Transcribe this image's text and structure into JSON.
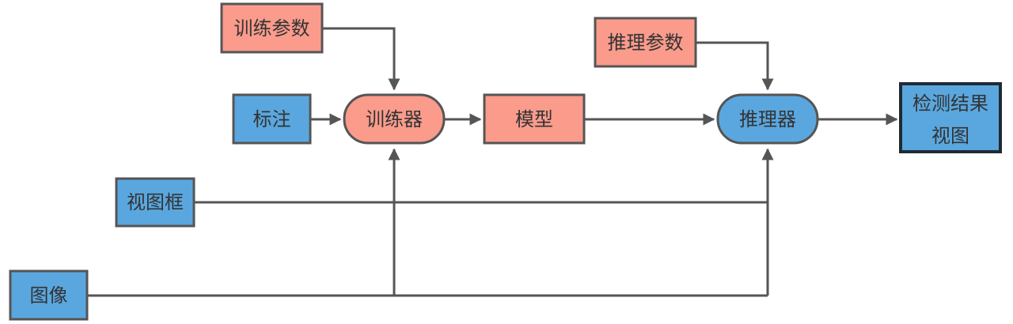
{
  "colors": {
    "input_blue": "#5aa7df",
    "param_pink": "#fa9b8c",
    "line_gray": "#555555",
    "final_border": "#1f2a33"
  },
  "nodes": {
    "train_params": "训练参数",
    "annotation": "标注",
    "trainer": "训练器",
    "model": "模型",
    "infer_params": "推理参数",
    "inferencer": "推理器",
    "result_line1": "检测结果",
    "result_line2": "视图",
    "view_box": "视图框",
    "image": "图像"
  }
}
